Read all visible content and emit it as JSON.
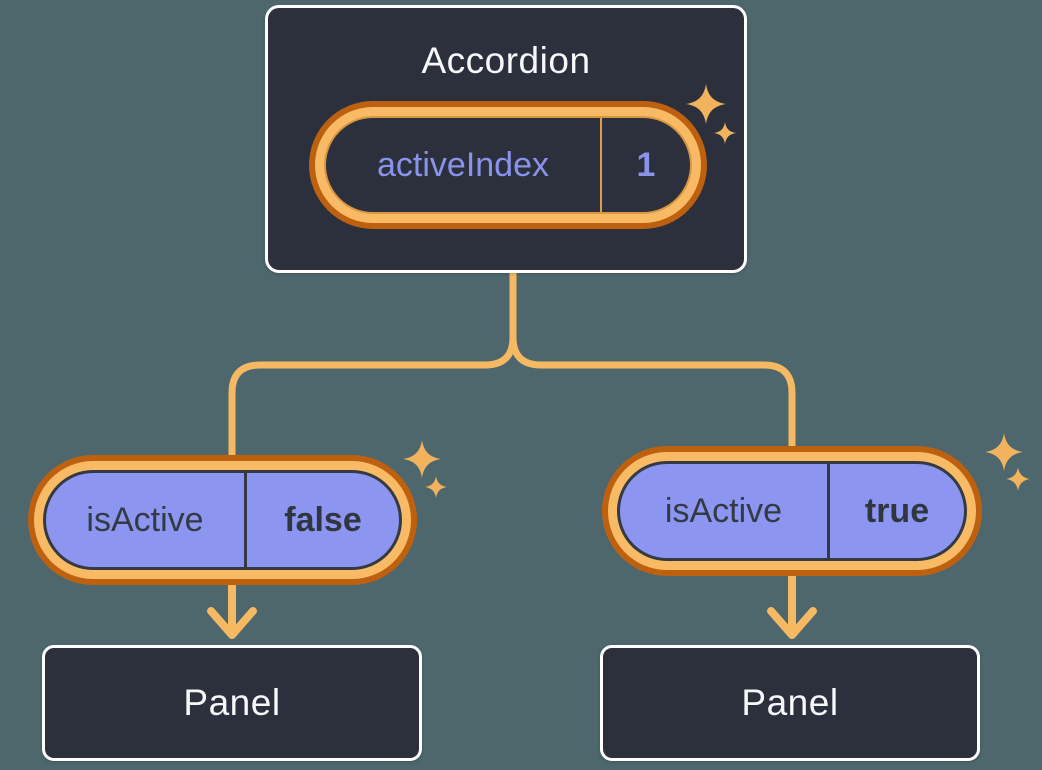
{
  "diagram": {
    "description": "React state diagram: Accordion component holding activeIndex state passing isActive props to two Panel children",
    "colors": {
      "background": "#4d676d",
      "box_fill": "#2b303c",
      "box_border": "#ffffff",
      "connector": "#f5b863",
      "ring_outer": "#bd6110",
      "ring_inner": "#f8ba64",
      "pill_purple": "#8c95ef",
      "text_light": "#f7f8fa",
      "text_purple": "#8a93ec",
      "text_dark": "#333a44",
      "sparkle": "#f2b35f"
    },
    "icons": {
      "sparkle": "four-point-star",
      "arrow": "arrow-down"
    },
    "root": {
      "title": "Accordion",
      "state": {
        "name": "activeIndex",
        "value": "1"
      }
    },
    "children": [
      {
        "prop": {
          "name": "isActive",
          "value": "false"
        },
        "panel": "Panel"
      },
      {
        "prop": {
          "name": "isActive",
          "value": "true"
        },
        "panel": "Panel"
      }
    ]
  }
}
